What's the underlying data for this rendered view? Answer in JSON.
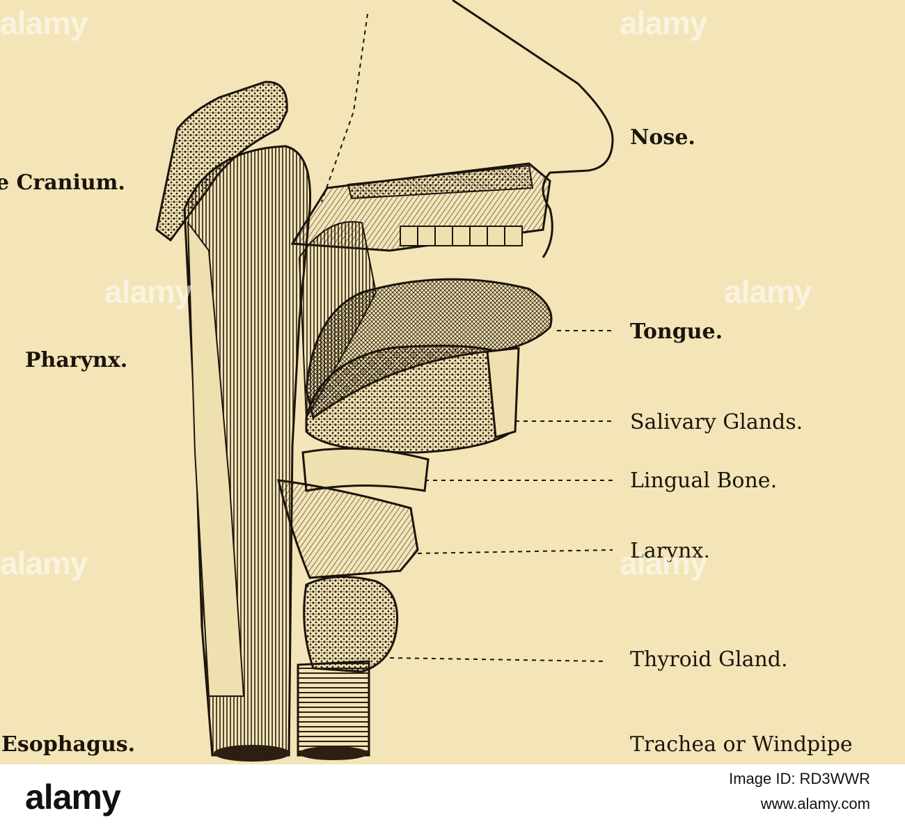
{
  "labels": {
    "cranium": "e Cranium.",
    "pharynx": "Pharynx.",
    "esophagus": "Esophagus.",
    "nose": "Nose.",
    "tongue": "Tongue.",
    "salivary": "Salivary Glands.",
    "lingual": "Lingual Bone.",
    "larynx": "Larynx.",
    "thyroid": "Thyroid Gland.",
    "trachea": "Trachea or Windpipe"
  },
  "watermark": "alamy",
  "footer": {
    "logo": "alamy",
    "image_id": "Image ID: RD3WWR",
    "url": "www.alamy.com"
  },
  "colors": {
    "paper": "#f3e5b8",
    "ink": "#1a140c",
    "footer_bg": "#ffffff"
  }
}
